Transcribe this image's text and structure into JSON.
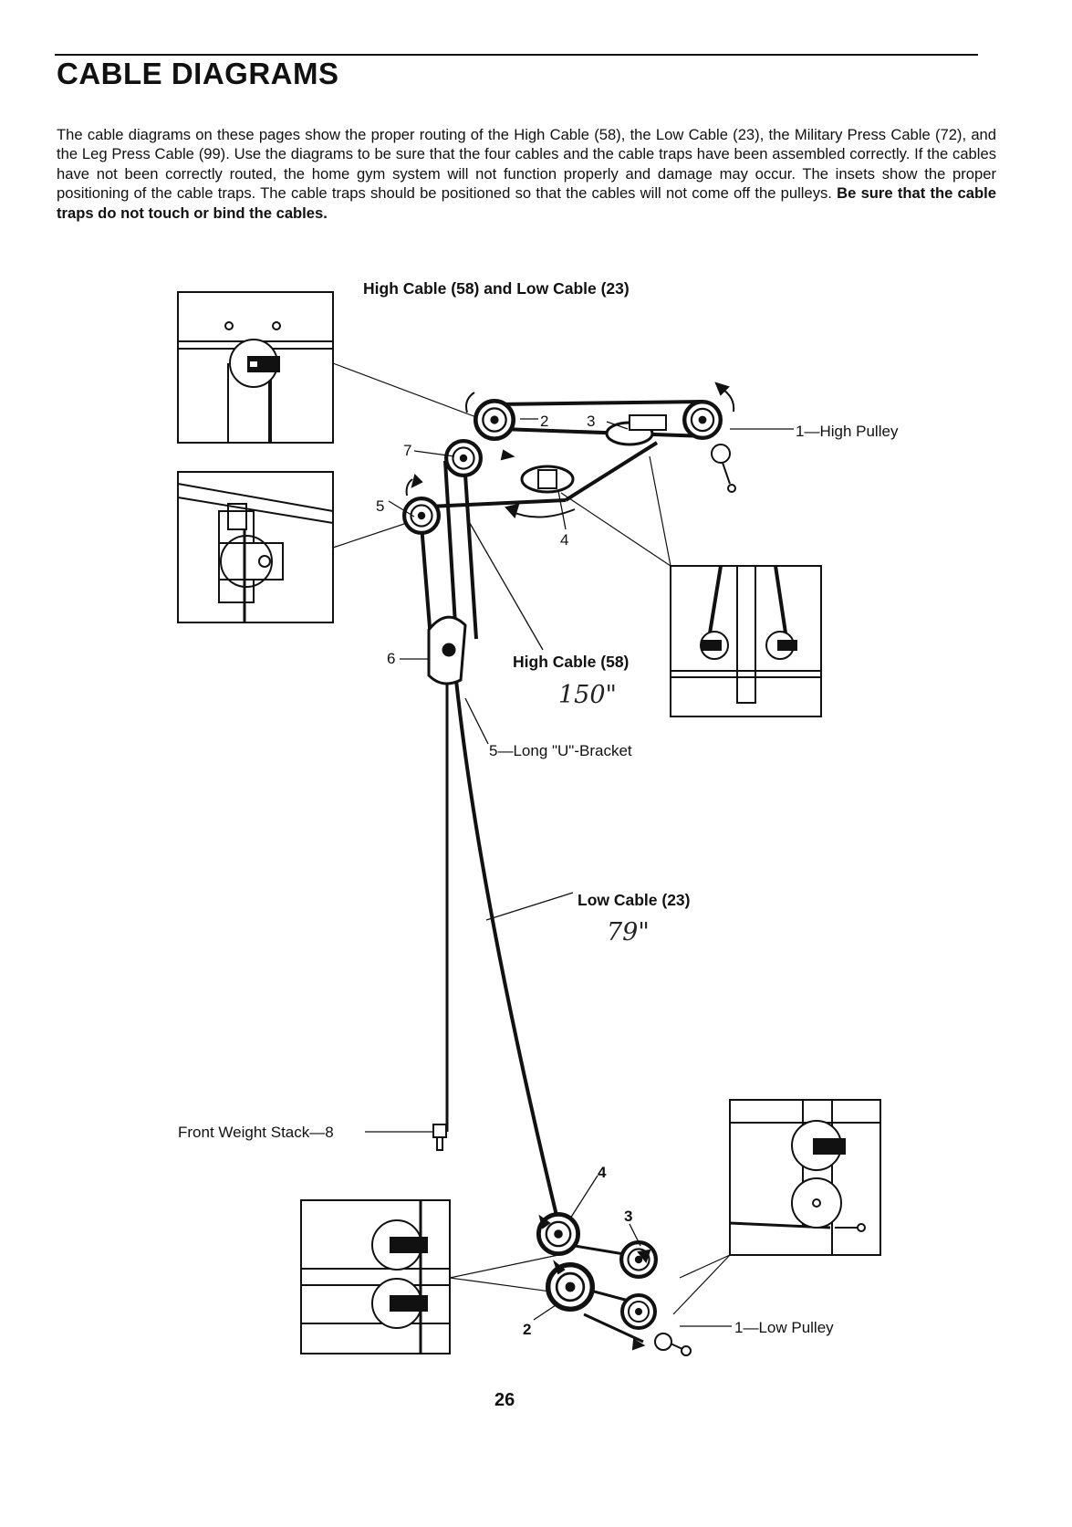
{
  "title": "CABLE DIAGRAMS",
  "intro": {
    "text": "The cable diagrams on these pages show the proper routing of the High Cable (58), the Low Cable (23), the Military Press Cable (72), and the Leg Press Cable (99). Use the diagrams to be sure that the four cables and the cable traps have been assembled correctly. If the cables have not been correctly routed, the home gym system will not function properly and damage may occur. The insets show the proper positioning of the cable traps. The cable traps should be positioned so that the cables will not come off the pulleys.",
    "warning": "Be sure that the cable traps do not touch or bind the cables."
  },
  "diagram": {
    "heading": "High Cable (58) and Low Cable (23)",
    "labels": {
      "high_pulley": "1—High Pulley",
      "n2_top": "2",
      "n3_top": "3",
      "n4_top": "4",
      "n5": "5",
      "n6": "6",
      "n7": "7",
      "high_cable": "High Cable (58)",
      "high_cable_note": "150\"",
      "bracket": "5—Long \"U\"-Bracket",
      "low_cable": "Low Cable (23)",
      "low_cable_note": "79\"",
      "weight_stack": "Front Weight Stack—8",
      "n4_bottom": "4",
      "n3_bottom": "3",
      "n2_bottom": "2",
      "low_pulley": "1—Low Pulley"
    }
  },
  "page_number": "26"
}
